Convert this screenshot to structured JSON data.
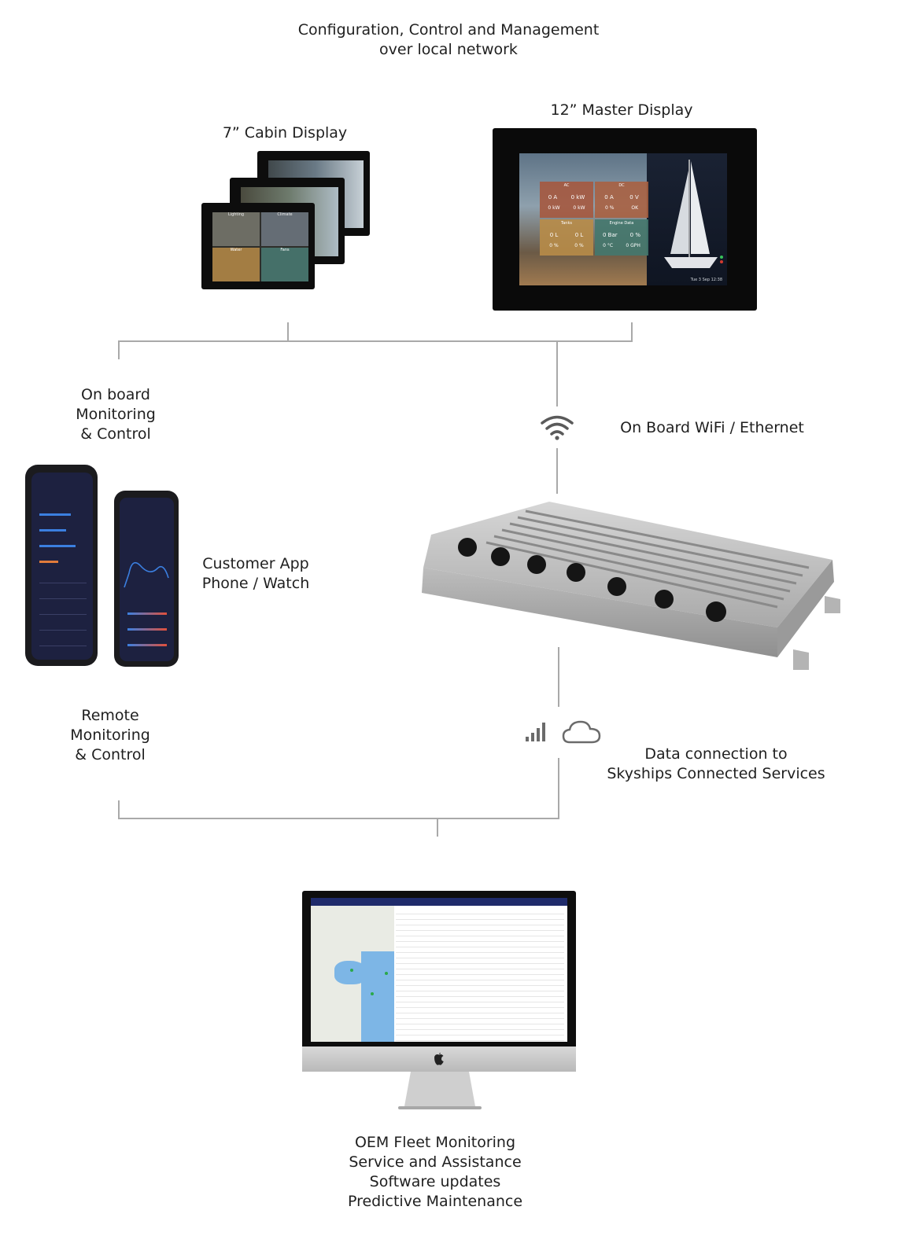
{
  "top_caption": {
    "line1": "Configuration, Control and Management",
    "line2": "over local network"
  },
  "cabin_display": {
    "label": "7” Cabin Display",
    "tile_labels": [
      "Lighting",
      "Climate",
      "Water",
      "Fans"
    ]
  },
  "master_display": {
    "label": "12” Master Display",
    "panel_headers": [
      "AC",
      "DC",
      "Tanks",
      "Engine Data"
    ],
    "readouts": [
      "0 A",
      "0 kW",
      "0 A",
      "0 V",
      "0 kW",
      "0 kW",
      "0 %",
      "OK",
      "0 L",
      "0 L",
      "0 Bar",
      "0 %",
      "0 %",
      "0 %",
      "0 °C",
      "0 GPH"
    ],
    "status_text": "Tue 3 Sep 12:38"
  },
  "onboard": {
    "line1": "On board",
    "line2": "Monitoring",
    "line3": "& Control"
  },
  "wifi": {
    "label": "On Board WiFi / Ethernet",
    "icon": "wifi-icon"
  },
  "app": {
    "line1": "Customer App",
    "line2": "Phone / Watch"
  },
  "remote": {
    "line1": "Remote",
    "line2": "Monitoring",
    "line3": "& Control"
  },
  "data_connection": {
    "line1": "Data connection to",
    "line2": "Skyships Connected Services",
    "icons": [
      "signal-bars-icon",
      "cloud-icon"
    ]
  },
  "oem": {
    "line1": "OEM Fleet Monitoring",
    "line2": "Service and Assistance",
    "line3": "Software updates",
    "line4": "Predictive Maintenance"
  },
  "colors": {
    "line": "#a9a9a9",
    "device_black": "#0d0d0d",
    "hub_aluminium": "#b9b9b9",
    "app_navy": "#1d2140",
    "map_water": "#7db6e6"
  }
}
